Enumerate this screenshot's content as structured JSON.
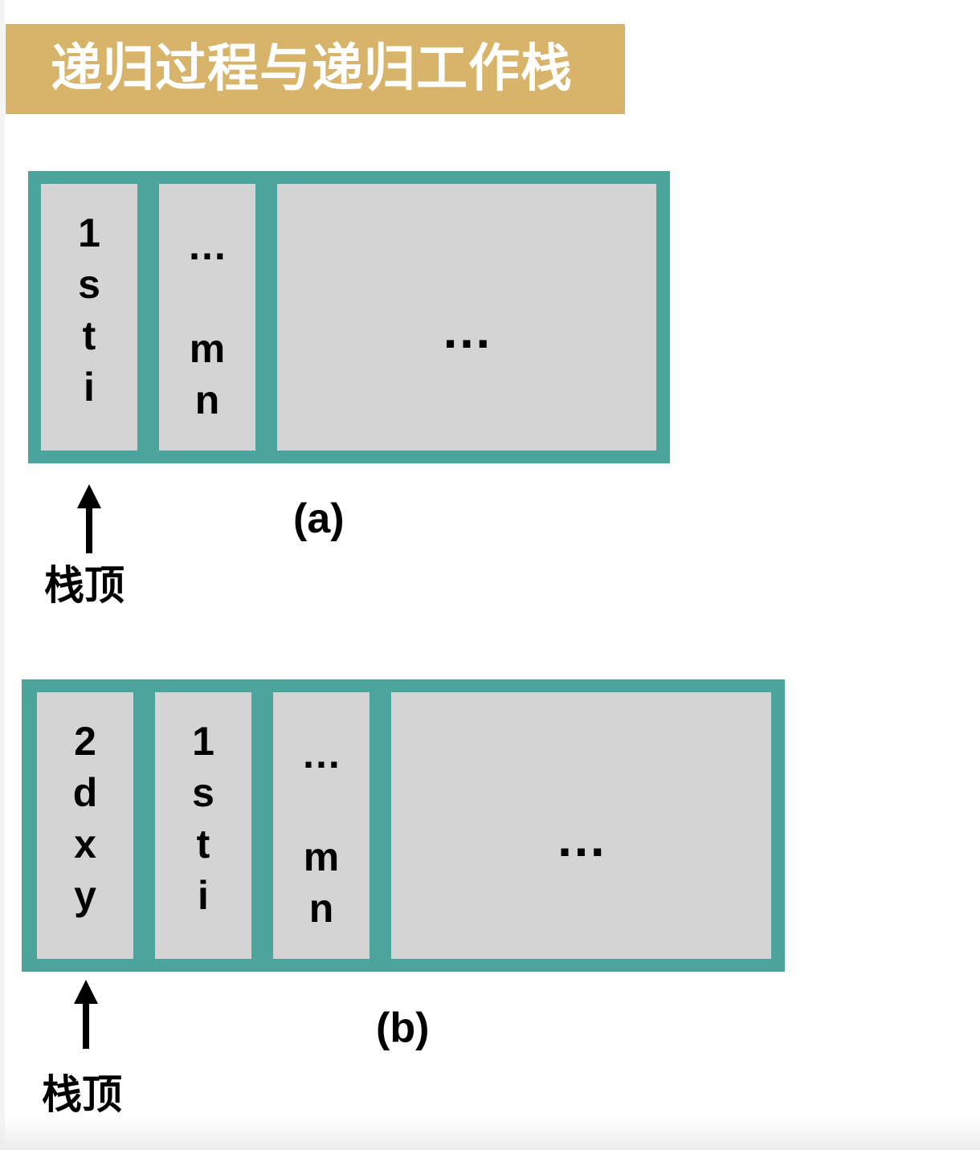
{
  "title": "递归过程与递归工作栈",
  "colors": {
    "banner": "#d7b46a",
    "frame": "#4ba59c",
    "cell": "#d4d4d4"
  },
  "stack_a": {
    "caption": "(a)",
    "top_label": "栈顶",
    "cells": [
      {
        "lines": [
          "1",
          "s",
          "t",
          "i"
        ]
      },
      {
        "lines": [
          "…",
          "",
          "m",
          "n"
        ]
      },
      {
        "lines": [
          "…"
        ]
      }
    ]
  },
  "stack_b": {
    "caption": "(b)",
    "top_label": "栈顶",
    "cells": [
      {
        "lines": [
          "2",
          "d",
          "x",
          "y"
        ]
      },
      {
        "lines": [
          "1",
          "s",
          "t",
          "i"
        ]
      },
      {
        "lines": [
          "…",
          "",
          "m",
          "n"
        ]
      },
      {
        "lines": [
          "…"
        ]
      }
    ]
  }
}
